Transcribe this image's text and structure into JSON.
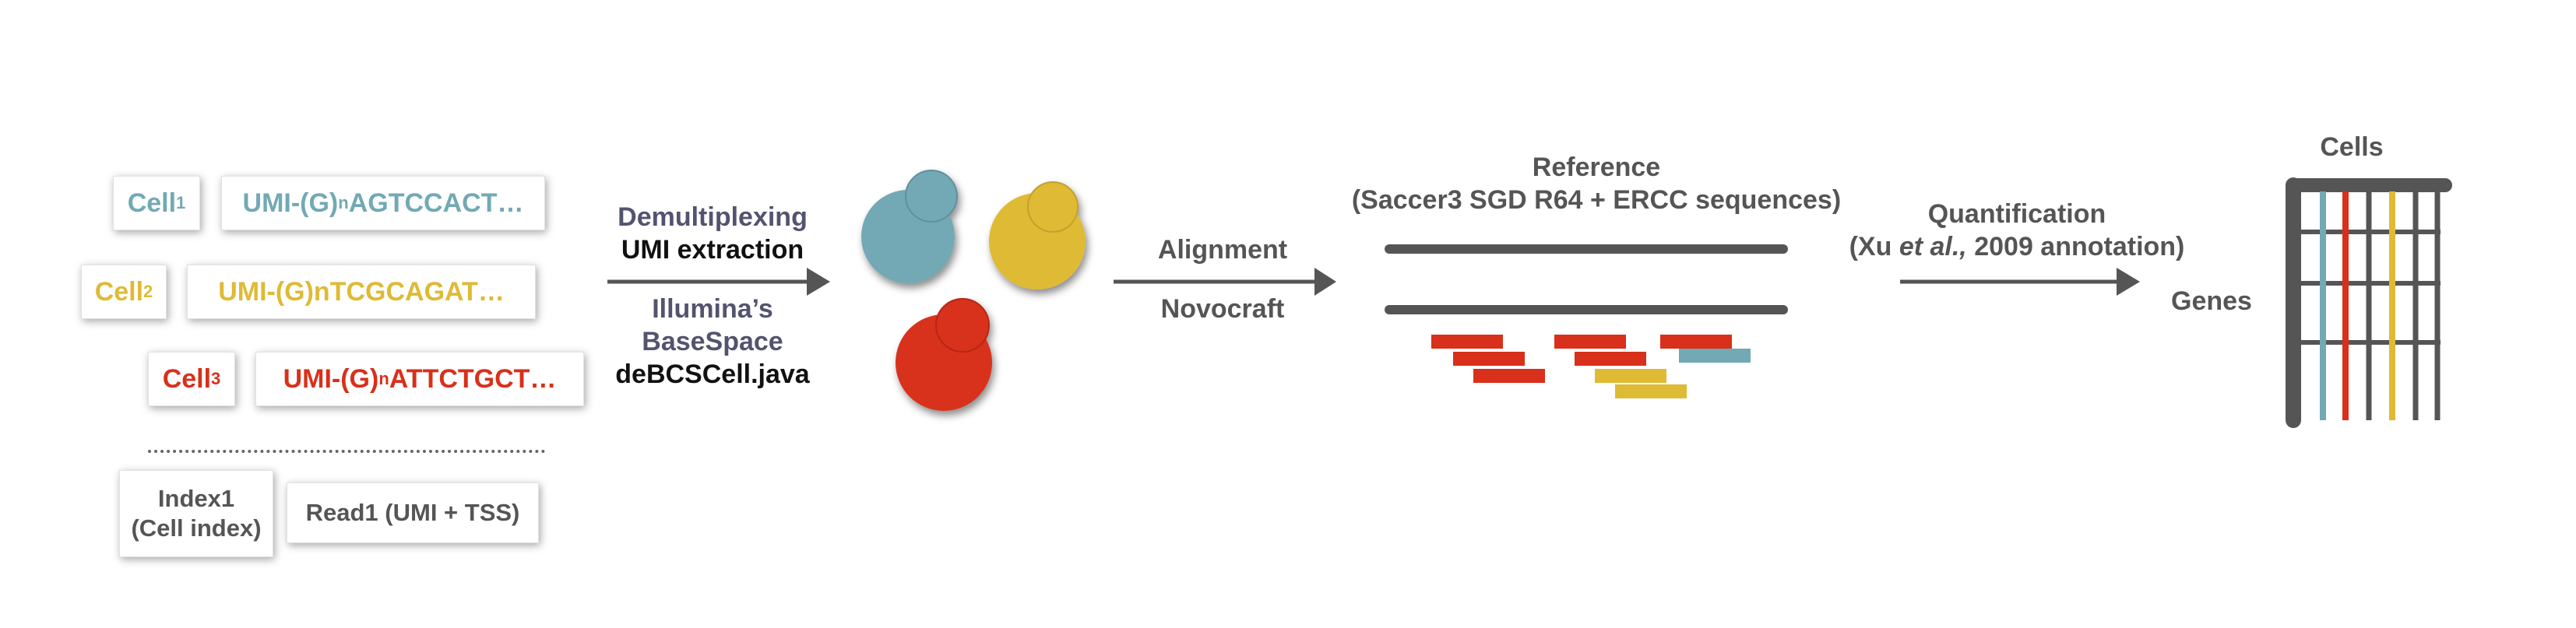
{
  "reads": {
    "cell1": {
      "label": "Cell",
      "sub": "1",
      "seq": "UMI-(G)",
      "seq_sub": "n",
      "seq_rest": "AGTCCACT…"
    },
    "cell2": {
      "label": "Cell",
      "sub": "2",
      "seq": "UMI-(G)nTCGCAGAT…"
    },
    "cell3": {
      "label": "Cell",
      "sub": "3",
      "seq": "UMI-(G)",
      "seq_sub": "n",
      "seq_rest": " ATTCTGCT…"
    },
    "index_box": {
      "line1": "Index1",
      "line2": "(Cell index)"
    },
    "read_box": {
      "label": "Read1 (UMI + TSS)"
    }
  },
  "demux": {
    "line1": "Demultiplexing",
    "line2": "UMI extraction",
    "line3": "Illumina’s",
    "line4": "BaseSpace",
    "line5": "deBCSCell.java"
  },
  "alignment": {
    "label": "Alignment",
    "tool": "Novocraft"
  },
  "reference": {
    "line1": "Reference",
    "line2": "(Saccer3 SGD R64 + ERCC sequences)"
  },
  "quantification": {
    "line1": "Quantification",
    "line2_pre": "(Xu ",
    "line2_italic": "et al.,",
    "line2_post": " 2009 annotation)"
  },
  "matrix": {
    "cols_label": "Cells",
    "rows_label": "Genes"
  },
  "colors": {
    "teal": "#72a9b4",
    "yellow": "#dfba35",
    "red": "#d8301a",
    "gray": "#555555",
    "navy": "#52546f"
  }
}
